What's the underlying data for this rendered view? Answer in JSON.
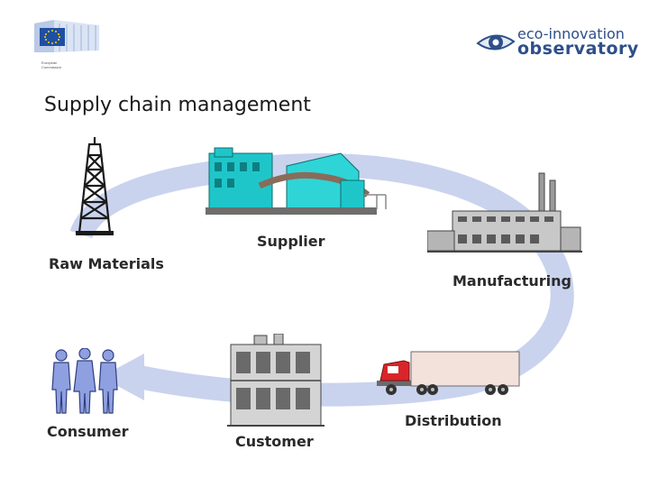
{
  "header": {
    "eu_logo_lines": [
      "European",
      "Commission"
    ],
    "eio_logo_lines": [
      "eco-innovation",
      "observatory"
    ]
  },
  "page": {
    "title": "Supply chain management"
  },
  "diagram": {
    "nodes": {
      "raw_materials": "Raw Materials",
      "supplier": "Supplier",
      "manufacturing": "Manufacturing",
      "distribution": "Distribution",
      "customer": "Customer",
      "consumer": "Consumer"
    },
    "colors": {
      "flow_arrow": "#c9d3ee",
      "supplier_building": "#1fc6c9",
      "truck_cab": "#d9252a"
    }
  }
}
